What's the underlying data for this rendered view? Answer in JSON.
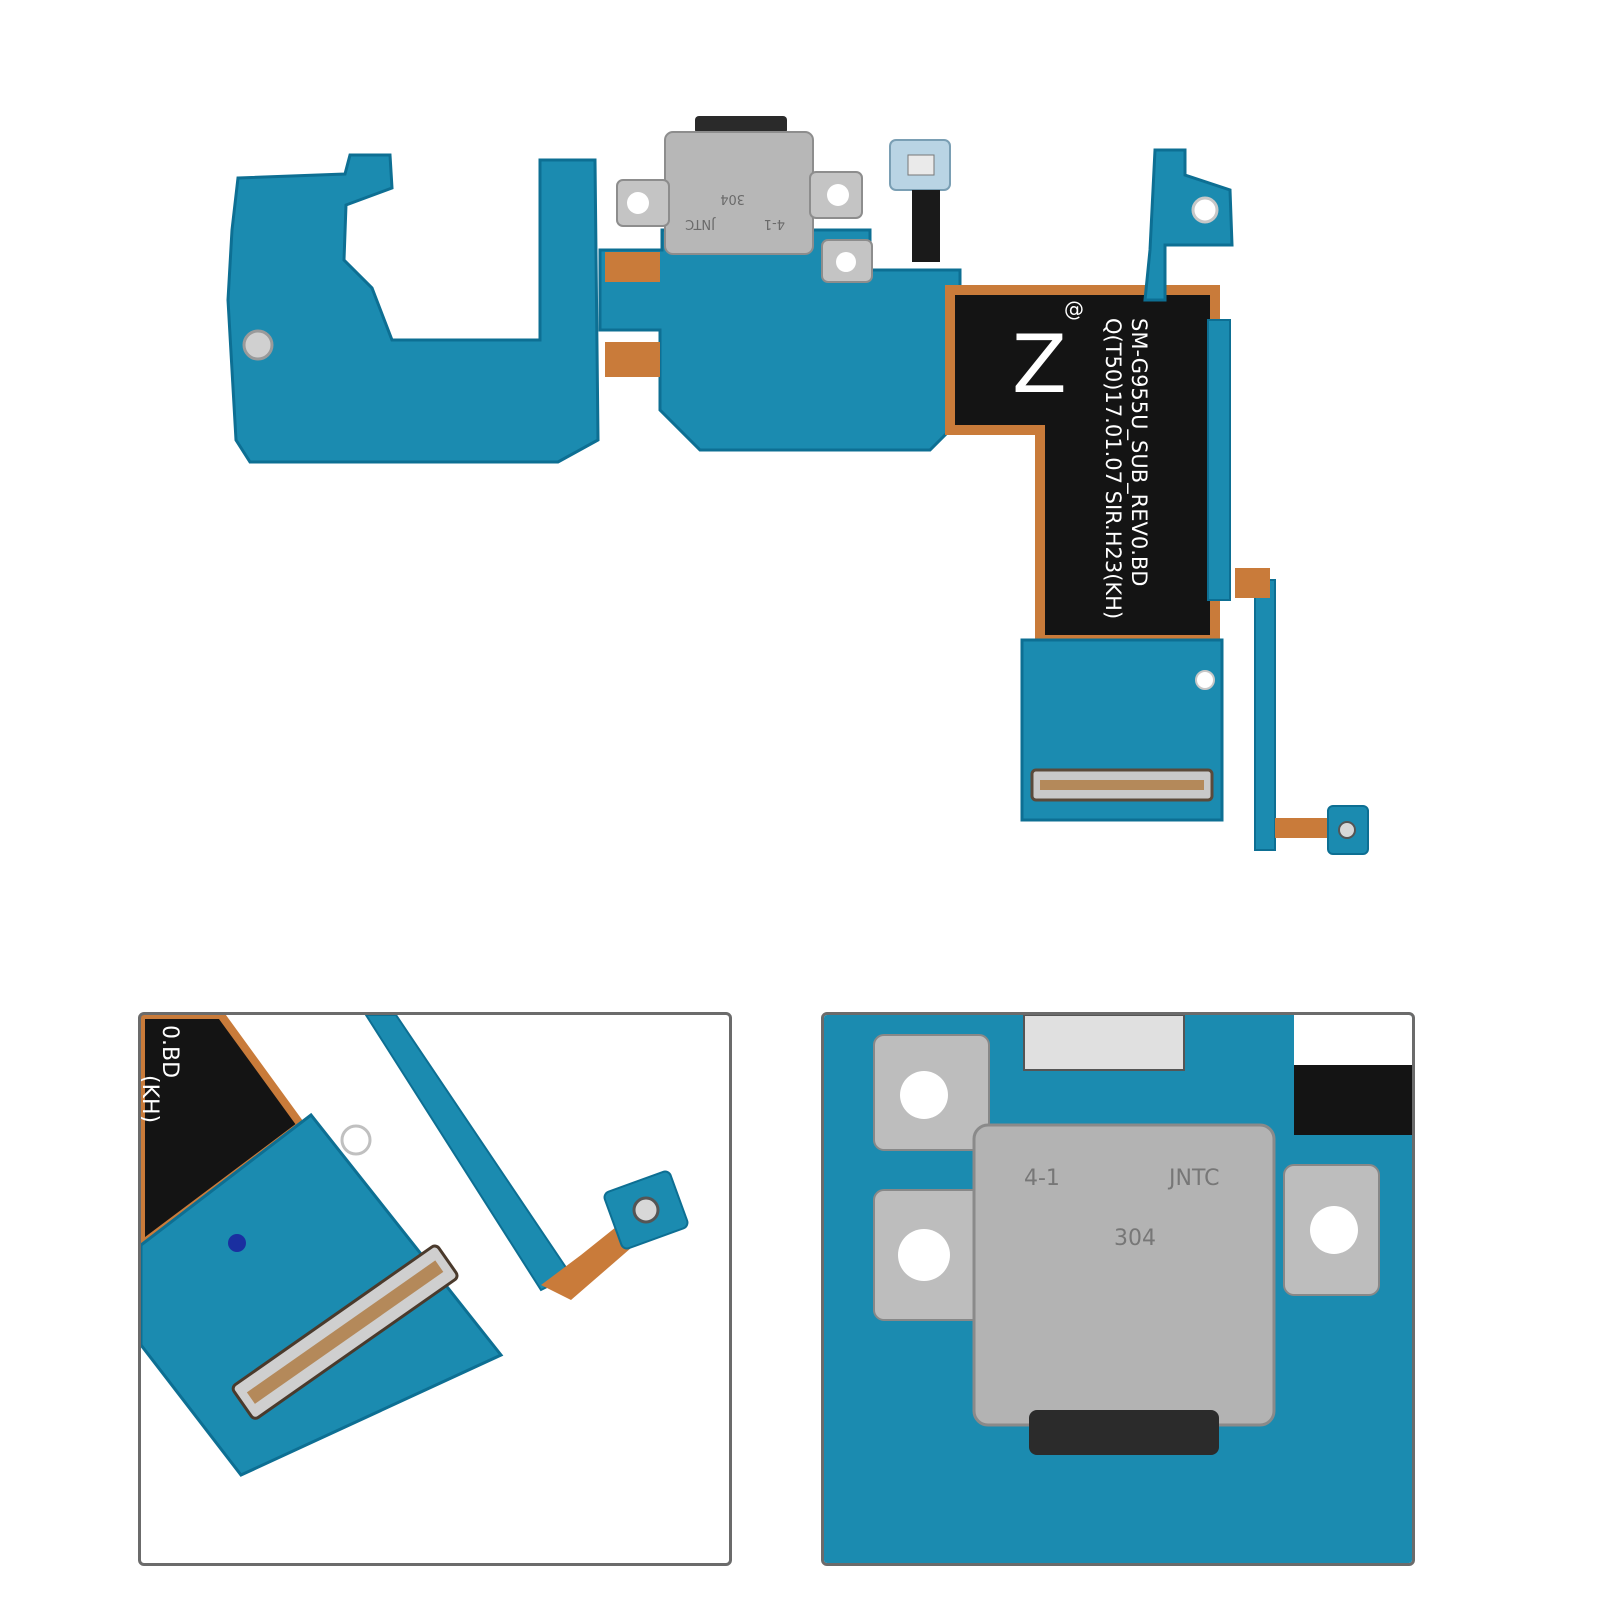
{
  "product": {
    "flex_label_lines": [
      "SM-G955U_SUB_REV0.BD",
      "Q(T50)17.01.07 SIR.H23(KH)"
    ],
    "flex_logo_letter": "Z",
    "flex_small_mark": "@",
    "connector_marks": [
      "304",
      "JNTC",
      "4-1"
    ]
  },
  "zoom_left": {
    "partial_label": "0.BD",
    "partial_label_2": "(KH)"
  },
  "zoom_right": {
    "connector_marks": [
      "4-1",
      "JNTC",
      "304"
    ]
  },
  "colors": {
    "pcb_blue": "#1b8bb0",
    "pcb_dark": "#0f6f92",
    "flex_black": "#141414",
    "flex_copper": "#c97b3a",
    "metal": "#b9b9b9",
    "panel_border": "#6b6b6b"
  }
}
